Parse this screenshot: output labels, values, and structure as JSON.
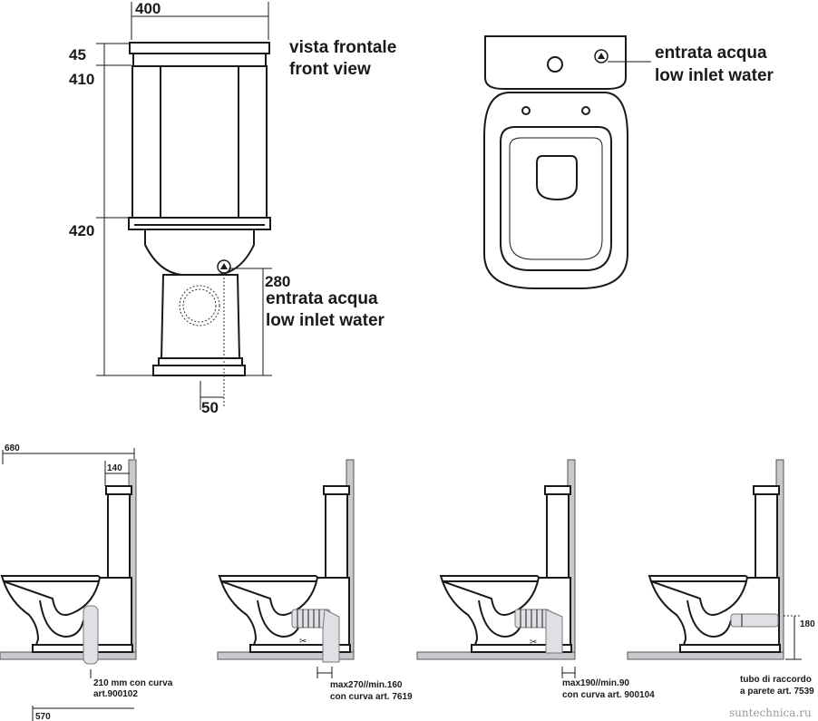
{
  "front_view": {
    "dim_width": "400",
    "dim_lid": "45",
    "dim_tank": "410",
    "dim_bowl": "420",
    "dim_inlet_height": "280",
    "dim_outlet": "50",
    "title_it": "vista frontale",
    "title_en": "front view",
    "inlet_it": "entrata acqua",
    "inlet_en": "low inlet water"
  },
  "top_view": {
    "inlet_it": "entrata acqua",
    "inlet_en": "low inlet water"
  },
  "side_views": {
    "dim_depth": "680",
    "dim_tank_offset": "140",
    "dim_outlet_distance": "570",
    "dim_outlet_height": "180",
    "notes": [
      [
        "210 mm con curva",
        "art.900102"
      ],
      [
        "max270//min.160",
        "con curva art. 7619"
      ],
      [
        "max190//min.90",
        "con curva art. 900104"
      ],
      [
        "tubo di raccordo",
        "a parete art. 7539"
      ]
    ]
  },
  "watermark": "suntechnica.ru",
  "colors": {
    "line": "#1a1a1a",
    "wall": "#c9c9cd",
    "pipe": "#dfe0e6"
  }
}
